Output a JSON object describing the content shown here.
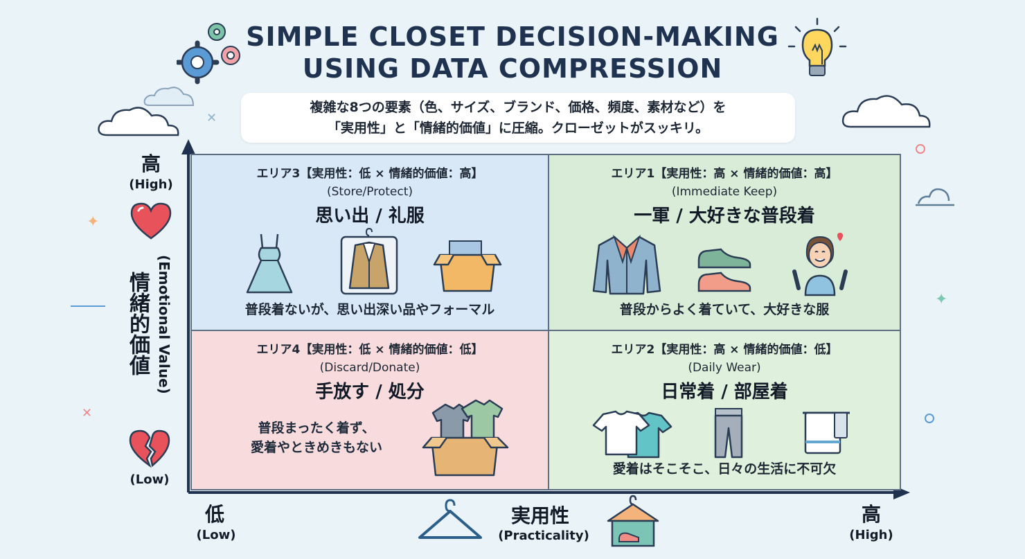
{
  "title_line1": "SIMPLE CLOSET DECISION-MAKING",
  "title_line2": "USING DATA COMPRESSION",
  "subtitle_line1": "複雑な8つの要素（色、サイズ、ブランド、価格、頻度、素材など）を",
  "subtitle_line2": "「実用性」と「情緒的価値」に圧縮。クローゼットがスッキリ。",
  "y_axis": {
    "high": "高",
    "high_en": "(High)",
    "label": "情緒的価値",
    "label_en": "(Emotional Value)",
    "low_en": "(Low)"
  },
  "x_axis": {
    "low": "低",
    "low_en": "(Low)",
    "label": "実用性",
    "label_en": "(Practicality)",
    "high": "高",
    "high_en": "(High)"
  },
  "quadrants": {
    "area3": {
      "header": "エリア3【実用性：低 × 情緒的価値：高】",
      "sub": "(Store/Protect)",
      "name": "思い出 / 礼服",
      "desc": "普段着ないが、思い出深い品やフォーマル"
    },
    "area1": {
      "header": "エリア1【実用性：高 × 情緒的価値：高】",
      "sub": "(Immediate Keep)",
      "name": "一軍 / 大好きな普段着",
      "desc": "普段からよく着ていて、大好きな服"
    },
    "area4": {
      "header": "エリア4【実用性：低 × 情緒的価値：低】",
      "sub": "(Discard/Donate)",
      "name": "手放す / 処分",
      "desc_line1": "普段まったく着ず、",
      "desc_line2": "愛着やときめきもない"
    },
    "area2": {
      "header": "エリア2【実用性：高 × 情緒的価値：低】",
      "sub": "(Daily Wear)",
      "name": "日常着 / 部屋着",
      "desc": "愛着はそこそこ、日々の生活に不可欠"
    }
  },
  "colors": {
    "area3_bg": "#d9e8f6",
    "area1_bg": "#d8ecd8",
    "area4_bg": "#f7dbdd",
    "area2_bg": "#dff0dc",
    "axis": "#1f3350"
  },
  "icons": [
    "gears-icon",
    "lightbulb-icon",
    "heart-icon",
    "broken-heart-icon",
    "dress-icon",
    "suit-bag-icon",
    "storage-box-icon",
    "jacket-icon",
    "sneakers-icon",
    "happy-person-icon",
    "donation-box-icon",
    "tshirts-icon",
    "sweatpants-icon",
    "towels-icon",
    "hanger-icon",
    "hanger-box-icon",
    "cloud-icon"
  ]
}
